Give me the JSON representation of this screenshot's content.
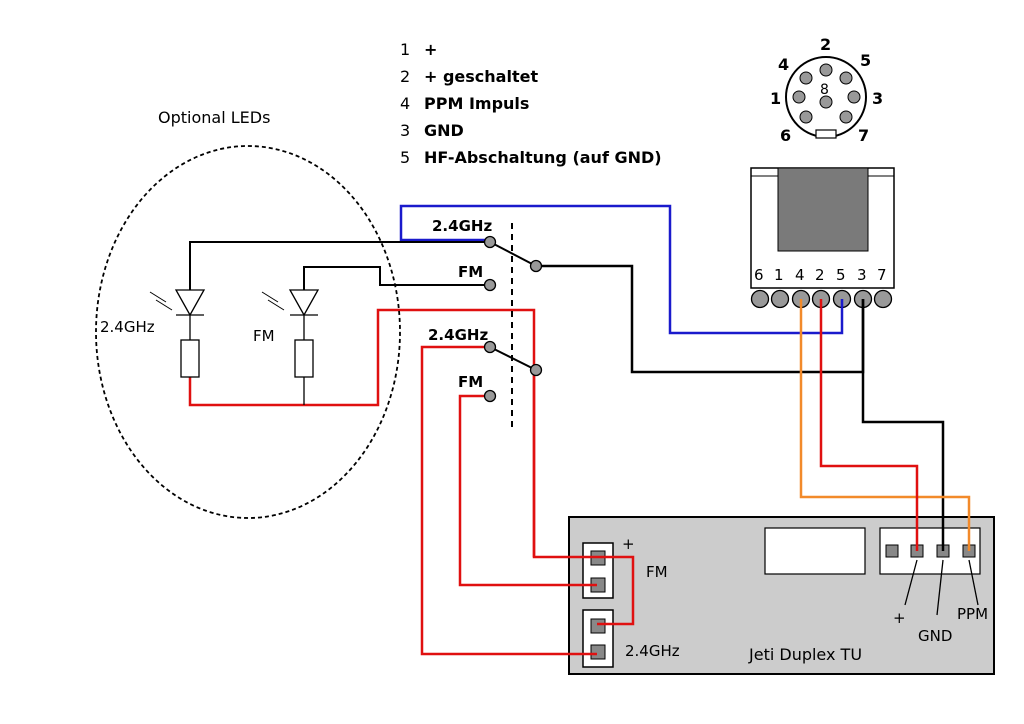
{
  "legend": {
    "rows": [
      {
        "num": "1",
        "text": "+"
      },
      {
        "num": "2",
        "text": "+ geschaltet"
      },
      {
        "num": "4",
        "text": "PPM Impuls"
      },
      {
        "num": "3",
        "text": "GND"
      },
      {
        "num": "5",
        "text": "HF-Abschaltung (auf GND)"
      }
    ]
  },
  "din_connector": {
    "pins": [
      {
        "label": "2"
      },
      {
        "label": "5"
      },
      {
        "label": "4"
      },
      {
        "label": "8"
      },
      {
        "label": "1"
      },
      {
        "label": "3"
      },
      {
        "label": "6"
      },
      {
        "label": "7"
      }
    ],
    "header_pins": [
      "6",
      "1",
      "4",
      "2",
      "5",
      "3",
      "7"
    ]
  },
  "leds": {
    "title": "Optional LEDs",
    "led1_label": "2.4GHz",
    "led2_label": "FM"
  },
  "switches": {
    "s1_top": "2.4GHz",
    "s1_bottom": "FM",
    "s2_top": "2.4GHz",
    "s2_bottom": "FM"
  },
  "module": {
    "name": "Jeti Duplex TU",
    "plus": "+",
    "fm": "FM",
    "ghz": "2.4GHz",
    "pin_plus": "+",
    "pin_gnd": "GND",
    "pin_ppm": "PPM"
  },
  "colors": {
    "blue": "#1a1acc",
    "red": "#e01010",
    "orange": "#f28a2a",
    "black": "#000000",
    "pin_gray": "#999999",
    "module_gray": "#cccccc",
    "socket_dark": "#7a7a7a"
  }
}
